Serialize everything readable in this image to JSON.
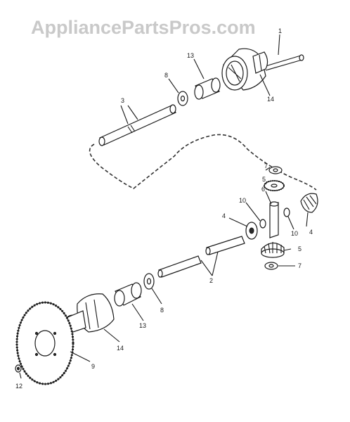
{
  "watermark": "AppliancePartsPros.com",
  "callouts": {
    "c1": "1",
    "c2": "2",
    "c3": "3",
    "c4a": "4",
    "c4b": "4",
    "c5a": "5",
    "c5b": "5",
    "c6": "6",
    "c7a": "7",
    "c7b": "7",
    "c8a": "8",
    "c8b": "8",
    "c9": "9",
    "c10a": "10",
    "c10b": "10",
    "c12": "12",
    "c13a": "13",
    "c13b": "13",
    "c14a": "14",
    "c14b": "14"
  },
  "colors": {
    "ink": "#1a1a1a",
    "watermark": "#c9c9c9",
    "background": "#ffffff"
  }
}
